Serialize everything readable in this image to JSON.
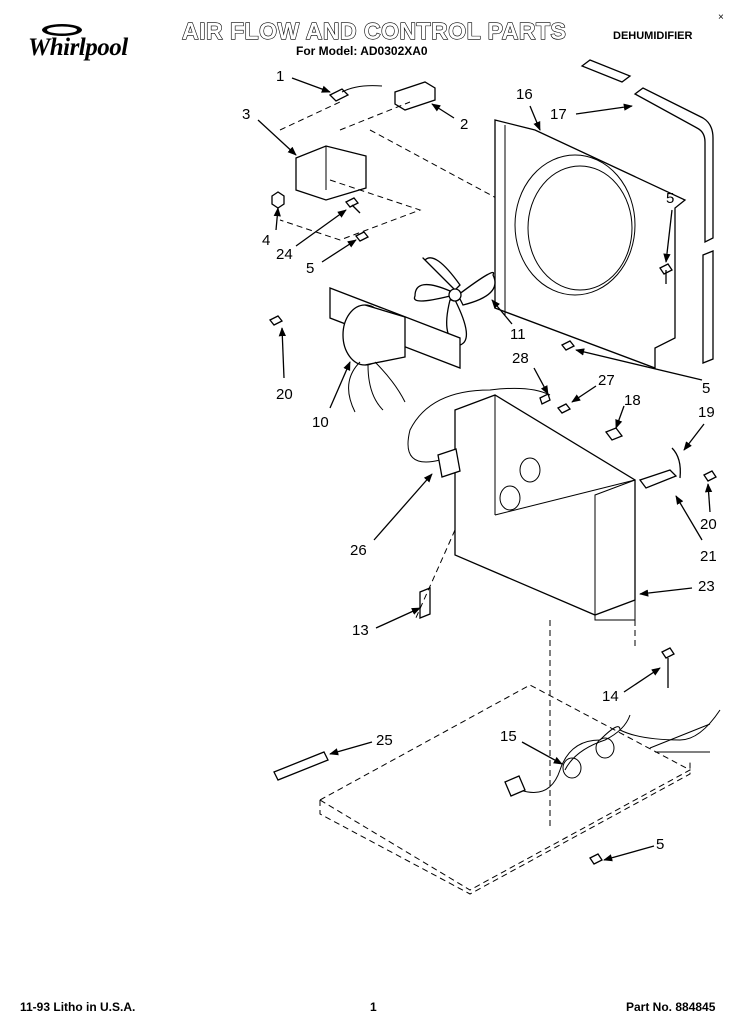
{
  "header": {
    "logo_text": "Whirlpool",
    "title": "AIR FLOW AND CONTROL PARTS",
    "model_line": "For Model: AD0302XA0",
    "category": "DEHUMIDIFIER",
    "corner_mark": "×"
  },
  "footer": {
    "litho": "11-93 Litho in U.S.A.",
    "page": "1",
    "part_no": "Part No. 884845"
  },
  "callouts": [
    "1",
    "2",
    "3",
    "4",
    "24",
    "5",
    "16",
    "17",
    "5",
    "11",
    "20",
    "10",
    "28",
    "27",
    "5",
    "18",
    "19",
    "20",
    "21",
    "26",
    "23",
    "13",
    "14",
    "15",
    "25",
    "5"
  ]
}
